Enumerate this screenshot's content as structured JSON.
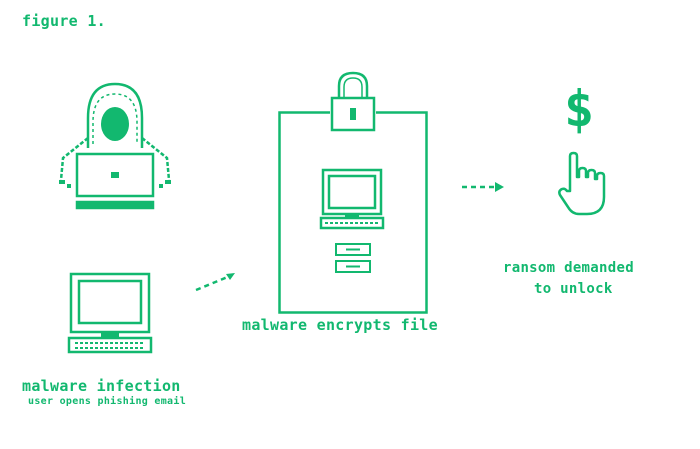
{
  "figure_label": "figure 1.",
  "steps": {
    "infection": {
      "title": "malware infection",
      "subtitle": "user opens phishing email"
    },
    "encryption": {
      "title": "malware encrypts file"
    },
    "ransom": {
      "line1": "ransom demanded",
      "line2": "to unlock",
      "symbol": "$"
    }
  },
  "icons": [
    "hacker-icon",
    "computer-icon",
    "lock-icon",
    "file-icon",
    "dollar-icon",
    "pointing-hand-icon",
    "arrow-icon"
  ],
  "colors": {
    "accent": "#12b86f",
    "background": "#ffffff"
  }
}
